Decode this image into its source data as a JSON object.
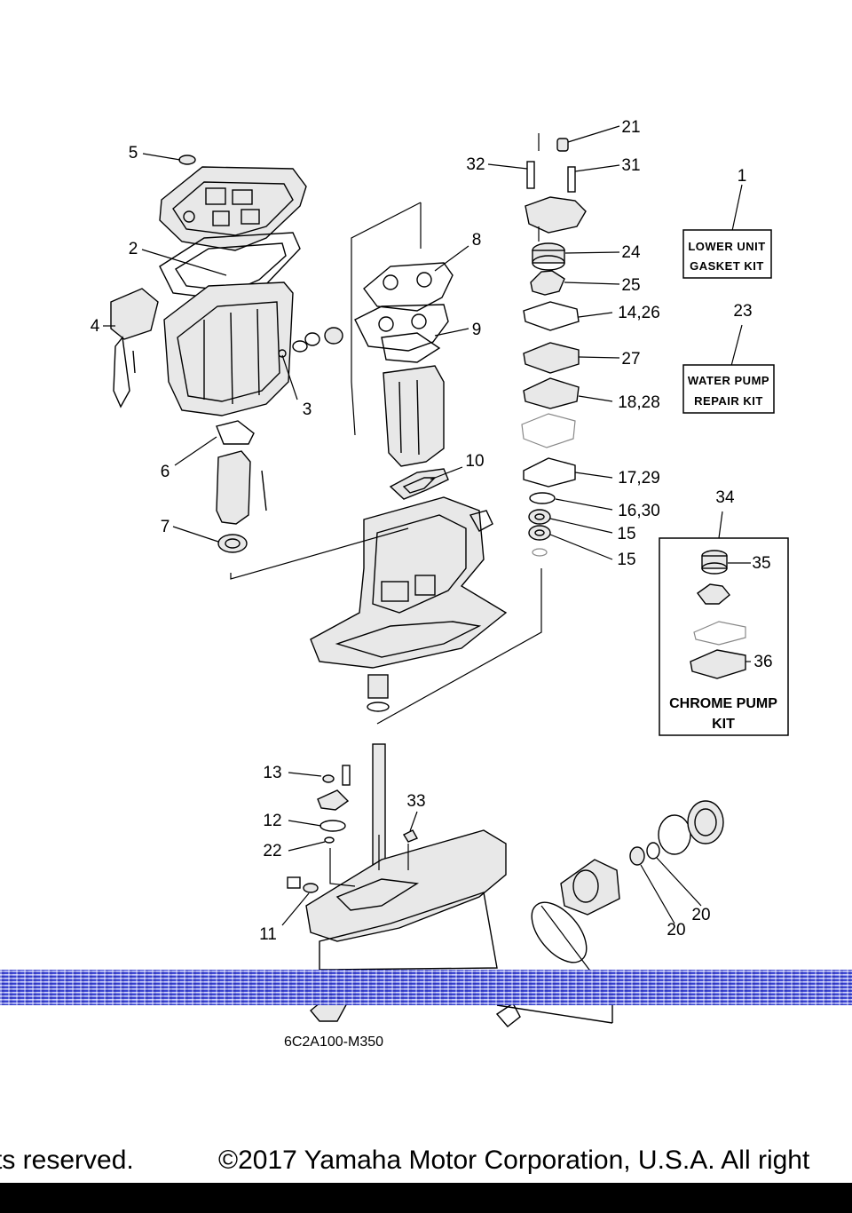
{
  "callouts": {
    "c1": "1",
    "c2": "2",
    "c3": "3",
    "c4": "4",
    "c5": "5",
    "c6": "6",
    "c7": "7",
    "c8": "8",
    "c9": "9",
    "c10": "10",
    "c11": "11",
    "c12": "12",
    "c13": "13",
    "c14_26": "14,26",
    "c15a": "15",
    "c15b": "15",
    "c16_30": "16,30",
    "c17_29": "17,29",
    "c18_28": "18,28",
    "c20a": "20",
    "c20b": "20",
    "c21": "21",
    "c22": "22",
    "c23": "23",
    "c24": "24",
    "c25": "25",
    "c27": "27",
    "c31": "31",
    "c32": "32",
    "c33": "33",
    "c34": "34",
    "c35": "35",
    "c36": "36"
  },
  "kits": {
    "lower_unit_line1": "LOWER UNIT",
    "lower_unit_line2": "GASKET KIT",
    "water_pump_line1": "WATER PUMP",
    "water_pump_line2": "REPAIR KIT",
    "chrome_pump_line1": "CHROME PUMP",
    "chrome_pump_line2": "KIT"
  },
  "diagram_code": "6C2A100-M350",
  "footer": {
    "left": "ts reserved.",
    "right": "©2017 Yamaha Motor Corporation, U.S.A. All right"
  },
  "colors": {
    "scan_band": "#2a34c8",
    "bottom_bar": "#000000"
  }
}
